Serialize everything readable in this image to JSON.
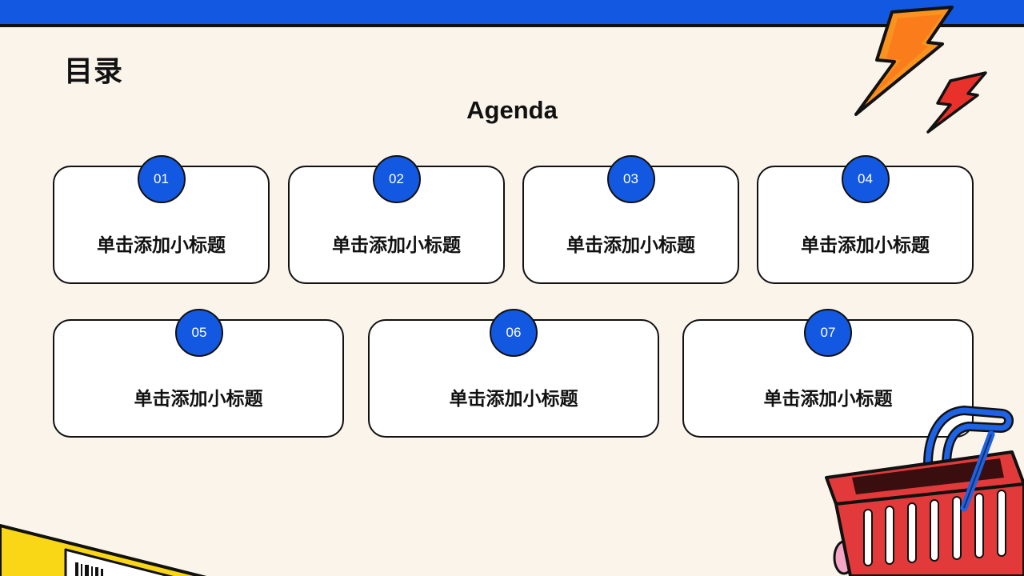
{
  "header": {
    "title_cn": "目录",
    "title_en": "Agenda"
  },
  "agenda": {
    "items": [
      {
        "number": "01",
        "label": "单击添加小标题"
      },
      {
        "number": "02",
        "label": "单击添加小标题"
      },
      {
        "number": "03",
        "label": "单击添加小标题"
      },
      {
        "number": "04",
        "label": "单击添加小标题"
      },
      {
        "number": "05",
        "label": "单击添加小标题"
      },
      {
        "number": "06",
        "label": "单击添加小标题"
      },
      {
        "number": "07",
        "label": "单击添加小标题"
      }
    ]
  },
  "colors": {
    "accent_blue": "#1358E0",
    "background": "#FAF4EA",
    "basket_red": "#E23A3A",
    "bolt_orange": "#F7931E",
    "ticket_yellow": "#F9D616"
  },
  "decorations": [
    "lightning-bolt-icon",
    "shopping-basket-icon",
    "ticket-icon"
  ]
}
